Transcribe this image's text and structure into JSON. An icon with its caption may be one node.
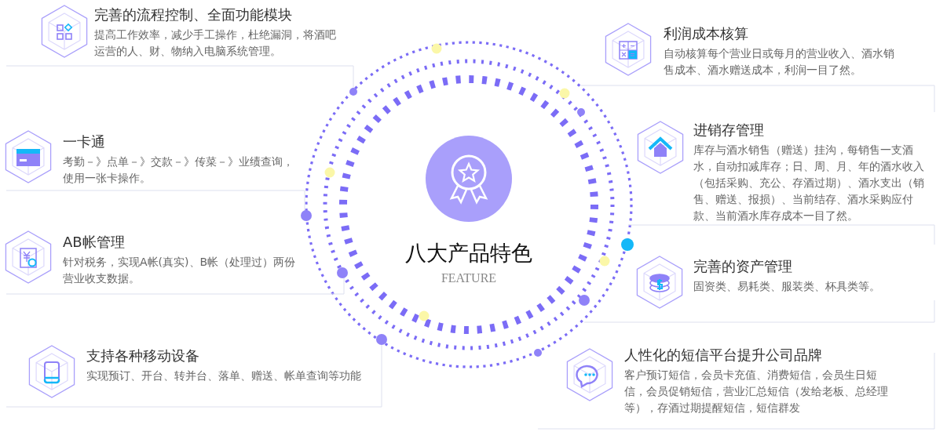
{
  "diagram": {
    "nodes": [
      {
        "text": [
          "八大产品特色",
          "FEATURE"
        ]
      },
      {
        "text": [
          "完善的流程控制、全面功能模块",
          "提高工作效率，减少手工操作，杜绝漏洞，将酒吧运营的人、财、物纳入电脑系统管理。"
        ]
      },
      {
        "text": [
          "利润成本核算",
          "自动核算每个营业日或每月的营业收入、酒水销售成本、酒水赠送成本，利润一目了然。"
        ]
      },
      {
        "text": [
          "进销存管理",
          "库存与酒水销售（赠送）挂沟，每销售一支酒水，自动扣减库存；日、周、月、年的酒水收入（包括采购、充公、存酒过期）、酒水支出（销售、赠送、报损）、当前结存、酒水采购应付款、当前酒水库存成本一目了然。"
        ]
      },
      {
        "text": [
          "一卡通",
          "考勤－》点单－》交款－》传菜－》业绩查询，使用一张卡操作。"
        ]
      },
      {
        "text": [
          "AB帐管理",
          "针对税务，实现A帐(真实)、B帐（处理过）两份营业收支数据。"
        ]
      },
      {
        "text": [
          "完善的资产管理",
          "固资类、易耗类、服装类、杯具类等。"
        ]
      },
      {
        "text": [
          "支持各种移动设备",
          "实现预订、开台、转并台、落单、赠送、帐单查询等功能"
        ]
      },
      {
        "text": [
          "人性化的短信平台提升公司品牌",
          "客户预订短信，会员卡充值、消费短信，会员生日短信，会员促销短信，营业汇总短信（发给老板、总经理等），存酒过期提醒短信，短信群发"
        ]
      }
    ]
  }
}
